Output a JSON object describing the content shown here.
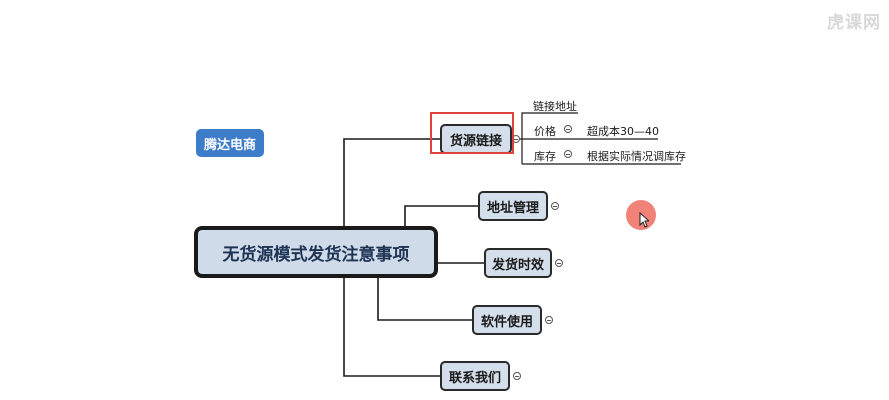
{
  "watermark": "虎课网",
  "tag": {
    "label": "腾达电商"
  },
  "central": {
    "label": "无货源模式发货注意事项"
  },
  "branches": [
    {
      "label": "货源链接"
    },
    {
      "label": "地址管理"
    },
    {
      "label": "发货时效"
    },
    {
      "label": "软件使用"
    },
    {
      "label": "联系我们"
    }
  ],
  "source_link_children": [
    {
      "label": "链接地址"
    },
    {
      "label": "价格",
      "detail": "超成本30—40"
    },
    {
      "label": "库存",
      "detail": "根据实际情况调库存"
    }
  ],
  "colors": {
    "central_fill": "#cfdbe8",
    "branch_fill": "#d4dfeb",
    "tag_fill": "#3d7cc9",
    "highlight": "#e0413d",
    "cursor_dot": "#f07468"
  }
}
